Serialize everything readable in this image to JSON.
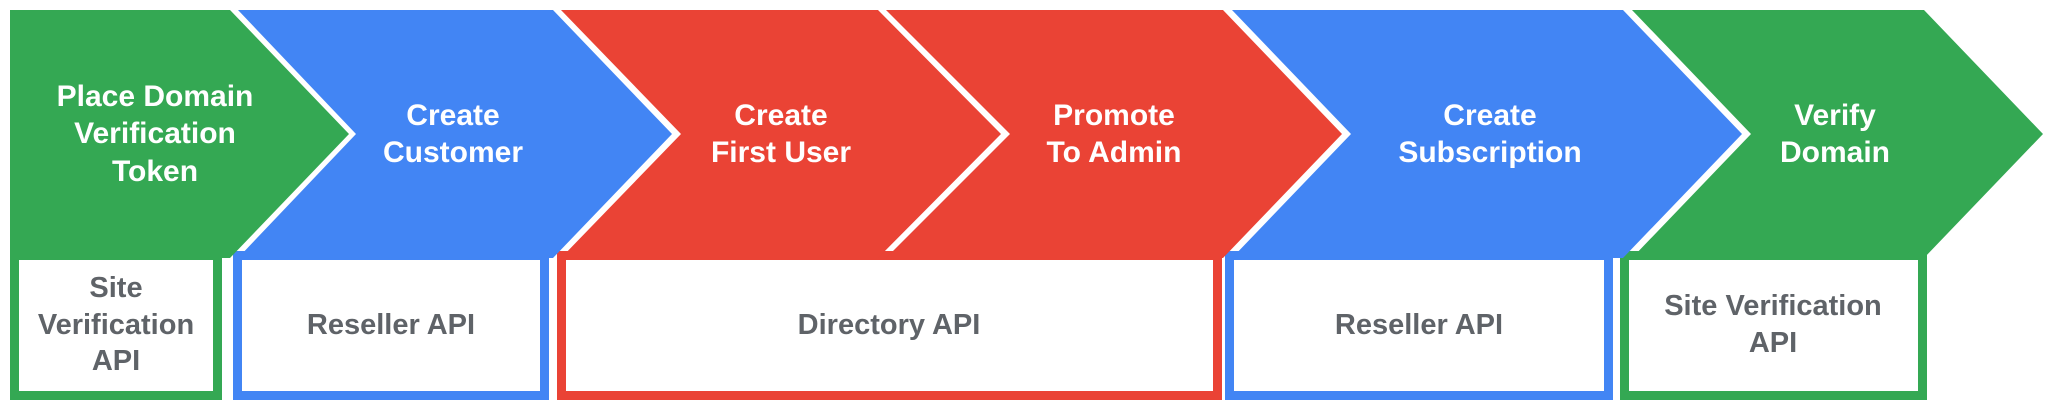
{
  "palette": {
    "green": "#34a853",
    "blue": "#4285f4",
    "red": "#ea4335",
    "gap_white": "#ffffff",
    "api_text_gray": "#5f6368"
  },
  "steps": [
    {
      "label": "Place Domain\nVerification\nToken",
      "color": "green"
    },
    {
      "label": "Create\nCustomer",
      "color": "blue"
    },
    {
      "label": "Create\nFirst User",
      "color": "red"
    },
    {
      "label": "Promote\nTo Admin",
      "color": "red"
    },
    {
      "label": "Create\nSubscription",
      "color": "blue"
    },
    {
      "label": "Verify\nDomain",
      "color": "green"
    }
  ],
  "api_boxes": [
    {
      "label": "Site\nVerification\nAPI",
      "color": "green"
    },
    {
      "label": "Reseller API",
      "color": "blue"
    },
    {
      "label": "Directory API",
      "color": "red"
    },
    {
      "label": "Reseller API",
      "color": "blue"
    },
    {
      "label": "Site Verification\nAPI",
      "color": "green"
    }
  ]
}
